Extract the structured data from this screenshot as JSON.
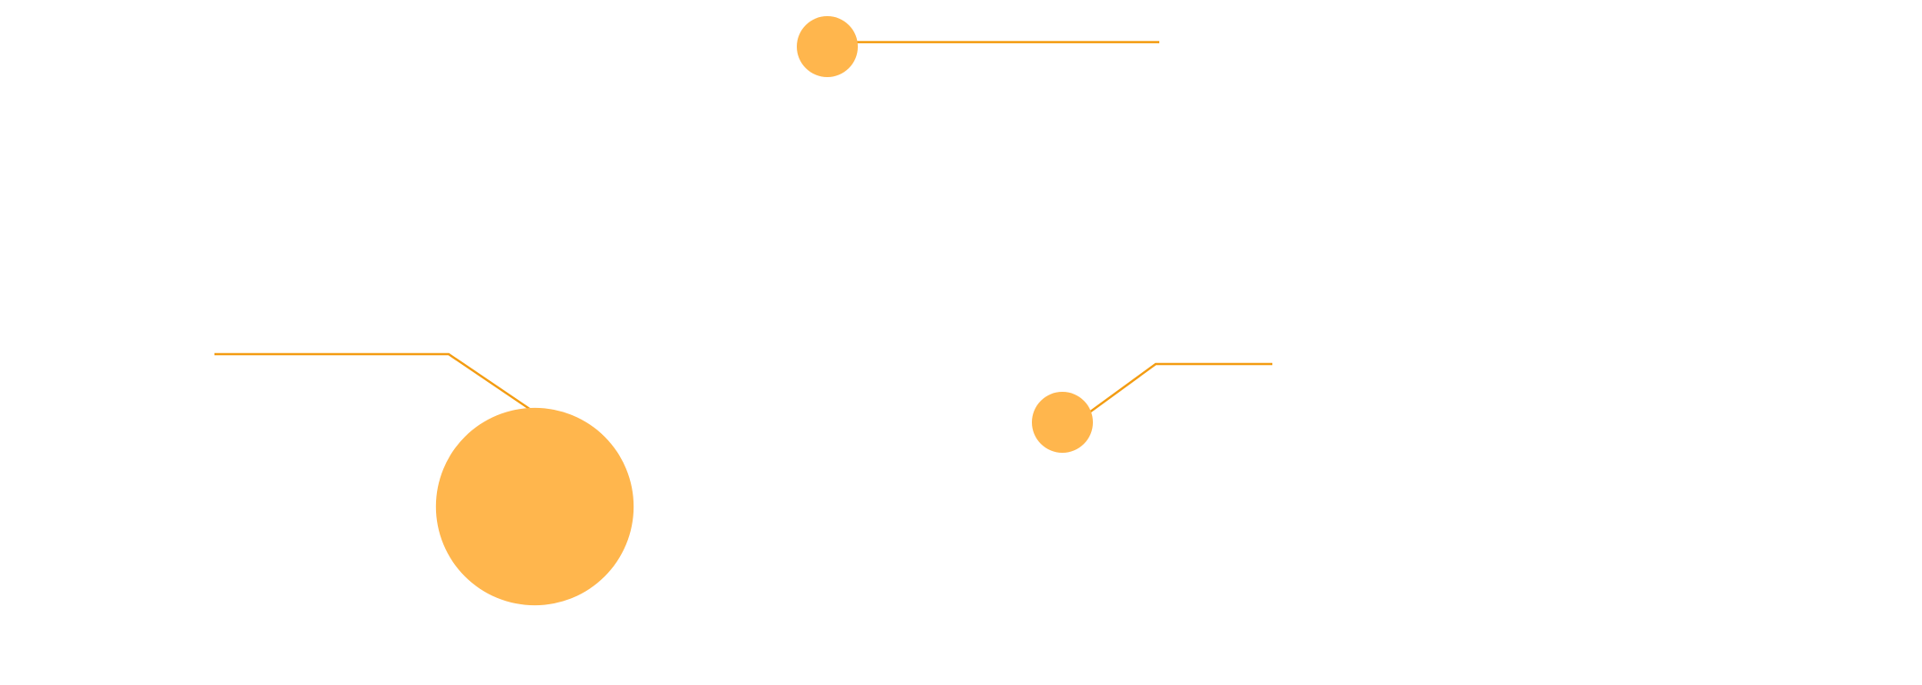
{
  "chart_data": {
    "type": "scatter",
    "title": "",
    "xlabel": "",
    "ylabel": "",
    "grid": false,
    "legend": "none",
    "axes_visible": false,
    "label_style": "leader-lines",
    "colors": {
      "marker": "#FFB64D",
      "leader": "#F39C12",
      "background": "#FFFFFF"
    },
    "points": [
      {
        "id": "p1",
        "label": "",
        "size": 1,
        "leader": "right"
      },
      {
        "id": "p2",
        "label": "",
        "size": 10.5,
        "leader": "left"
      },
      {
        "id": "p3",
        "label": "",
        "size": 1,
        "leader": "right"
      }
    ]
  }
}
